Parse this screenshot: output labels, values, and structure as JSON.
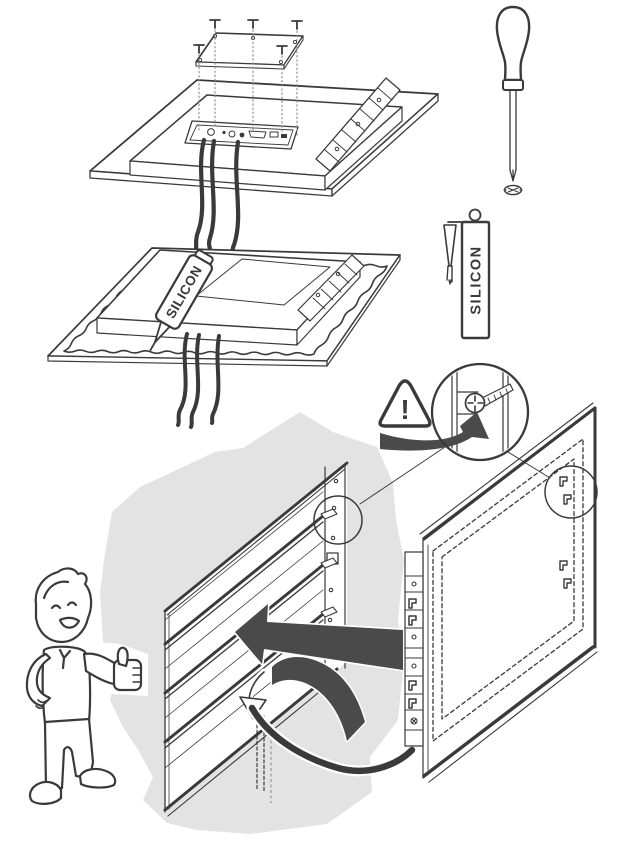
{
  "document": {
    "kind": "assembly-instruction-diagram",
    "background": "#ffffff"
  },
  "colors": {
    "ink": "#3a3a3a",
    "arrow_fill": "#4a4a4a",
    "blob_fill": "#e3e3e3",
    "guide_gray": "#9a9a9a",
    "white": "#ffffff"
  },
  "labels": {
    "silicon_applicator": "SILICON",
    "silicon_tube": "SILICON",
    "warning_mark": "!"
  },
  "icons": {
    "screwdriver": "phillips-screwdriver",
    "screw": "phillips-screw",
    "silicon_tube": "silicon-cartridge",
    "warning": "warning-triangle",
    "magnifier": "detail-zoom-circle",
    "insert_arrow": "big-left-arrow",
    "flip_arrow": "curved-flip-arrow",
    "person": "installer-thumbs-up"
  }
}
